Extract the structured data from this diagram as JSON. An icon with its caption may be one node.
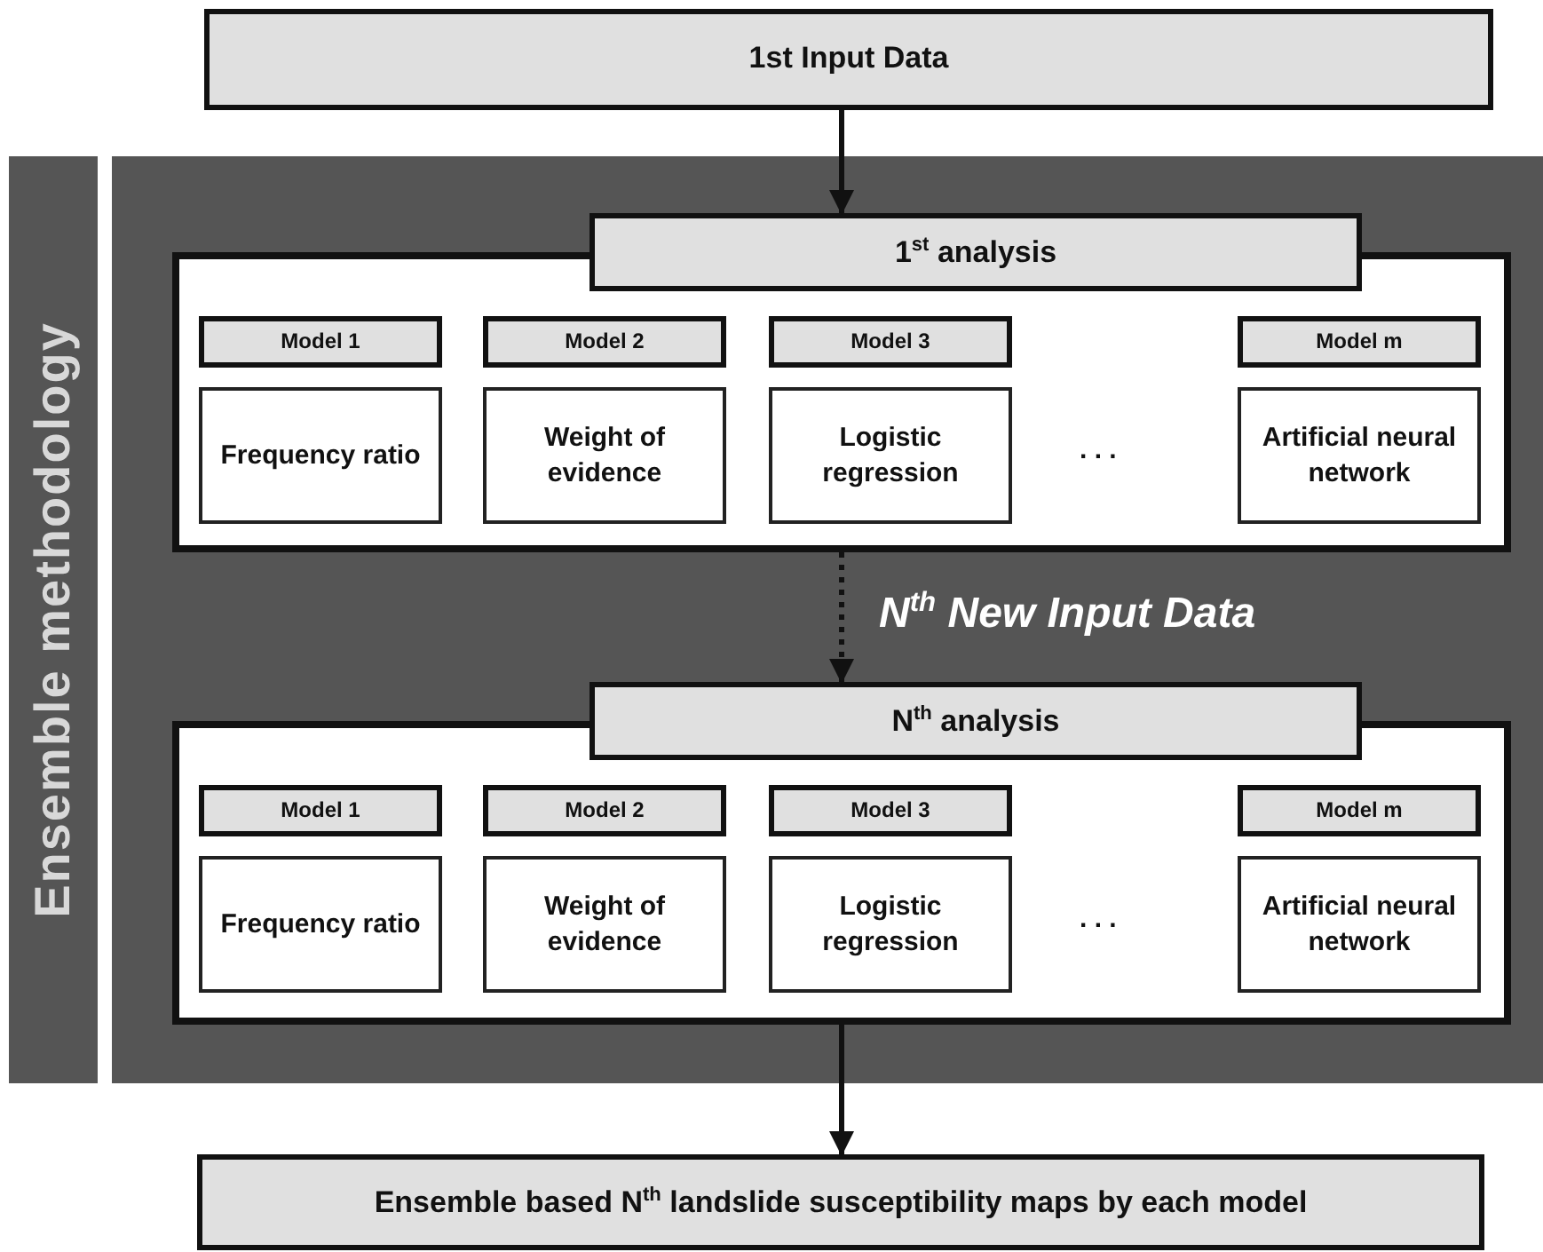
{
  "diagram": {
    "nodes": [
      {
        "text": [
          "1st Input Data"
        ]
      },
      {
        "text": [
          "Ensemble methodology"
        ]
      },
      {
        "text": [],
        "shape": "box"
      },
      {
        "text": [
          "1$^{st}$ analysis"
        ],
        "in": 2
      },
      {
        "text": [
          "Model 1"
        ],
        "in": 3
      },
      {
        "text": [
          "Frequency ratio"
        ],
        "in": 3
      },
      {
        "text": [
          "Model 2"
        ],
        "in": 3
      },
      {
        "text": [
          "Weight of evidence"
        ],
        "in": 3
      },
      {
        "text": [
          "Model 3"
        ],
        "in": 3
      },
      {
        "text": [
          "Logistic regression"
        ],
        "in": 3
      },
      {
        "text": [
          "Model m"
        ],
        "in": 3
      },
      {
        "text": [
          "Artificial neural network"
        ],
        "in": 3
      },
      {
        "text": [
          "N$^{th}$ analysis"
        ],
        "in": 2
      },
      {
        "text": [
          "Model 1"
        ],
        "in": 12
      },
      {
        "text": [
          "Frequency ratio"
        ],
        "in": 12
      },
      {
        "text": [
          "Model 2"
        ],
        "in": 12
      },
      {
        "text": [
          "Weight of evidence"
        ],
        "in": 12
      },
      {
        "text": [
          "Model 3"
        ],
        "in": 12
      },
      {
        "text": [
          "Logistic regression"
        ],
        "in": 12
      },
      {
        "text": [
          "Model m"
        ],
        "in": 12
      },
      {
        "text": [
          "Artificial neural network"
        ],
        "in": 12
      },
      {
        "text": [
          "Ensemble based N$^{th}$ landslide susceptibility maps by each model"
        ]
      }
    ],
    "edges": [
      {
        "from": 0,
        "to": 3,
        "arrow": "to"
      },
      {
        "from": 3,
        "to": 12,
        "arrow": "to",
        "style": "dashed",
        "label": "N$^{th}$ New Input Data"
      },
      {
        "from": 12,
        "to": 21,
        "arrow": "to"
      }
    ],
    "labels": [
      ". . .",
      ". . ."
    ]
  }
}
